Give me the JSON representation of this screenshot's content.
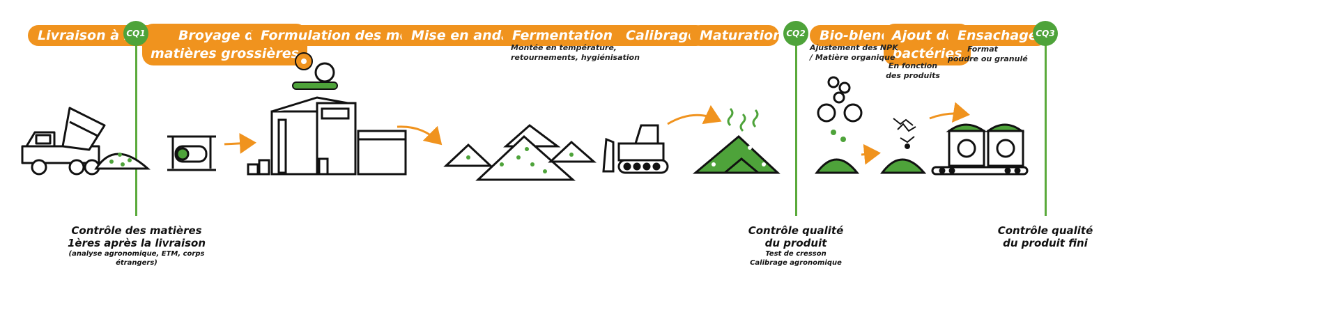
{
  "steps": {
    "livraison": "Livraison à l’usine",
    "broyage_1": "Broyage des",
    "broyage_2": "matières grossières",
    "formulation": "Formulation des mélanges",
    "andains": "Mise en andains",
    "fermentation": "Fermentation active",
    "calibrage": "Calibrage",
    "maturation": "Maturation",
    "bioblending": "Bio-blending",
    "bacteries_1": "Ajout des",
    "bacteries_2": "bactéries",
    "ensachage": "Ensachage"
  },
  "checkpoints": {
    "cq1": "CQ1",
    "cq2": "CQ2",
    "cq3": "CQ3"
  },
  "notes": {
    "fermentation_1": "Montée en température,",
    "fermentation_2": "retournements, hygiénisation",
    "bioblending_1": "Ajustement des NPK",
    "bioblending_2": "/ Matière organique",
    "bacteries_1": "En fonction",
    "bacteries_2": "des produits",
    "ensachage_1": "Format",
    "ensachage_2": "poudre ou granulé"
  },
  "controls": {
    "cq1_title_1": "Contrôle des matières",
    "cq1_title_2": "1ères après la livraison",
    "cq1_sub": "(analyse agronomique, ETM, corps étrangers)",
    "cq2_title_1": "Contrôle qualité",
    "cq2_title_2": "du produit",
    "cq2_sub_1": "Test de cresson",
    "cq2_sub_2": "Calibrage agronomique",
    "cq3_title_1": "Contrôle qualité",
    "cq3_title_2": "du produit fini"
  },
  "colors": {
    "orange": "#f0931e",
    "green": "#4ea33a",
    "ink": "#111111"
  }
}
